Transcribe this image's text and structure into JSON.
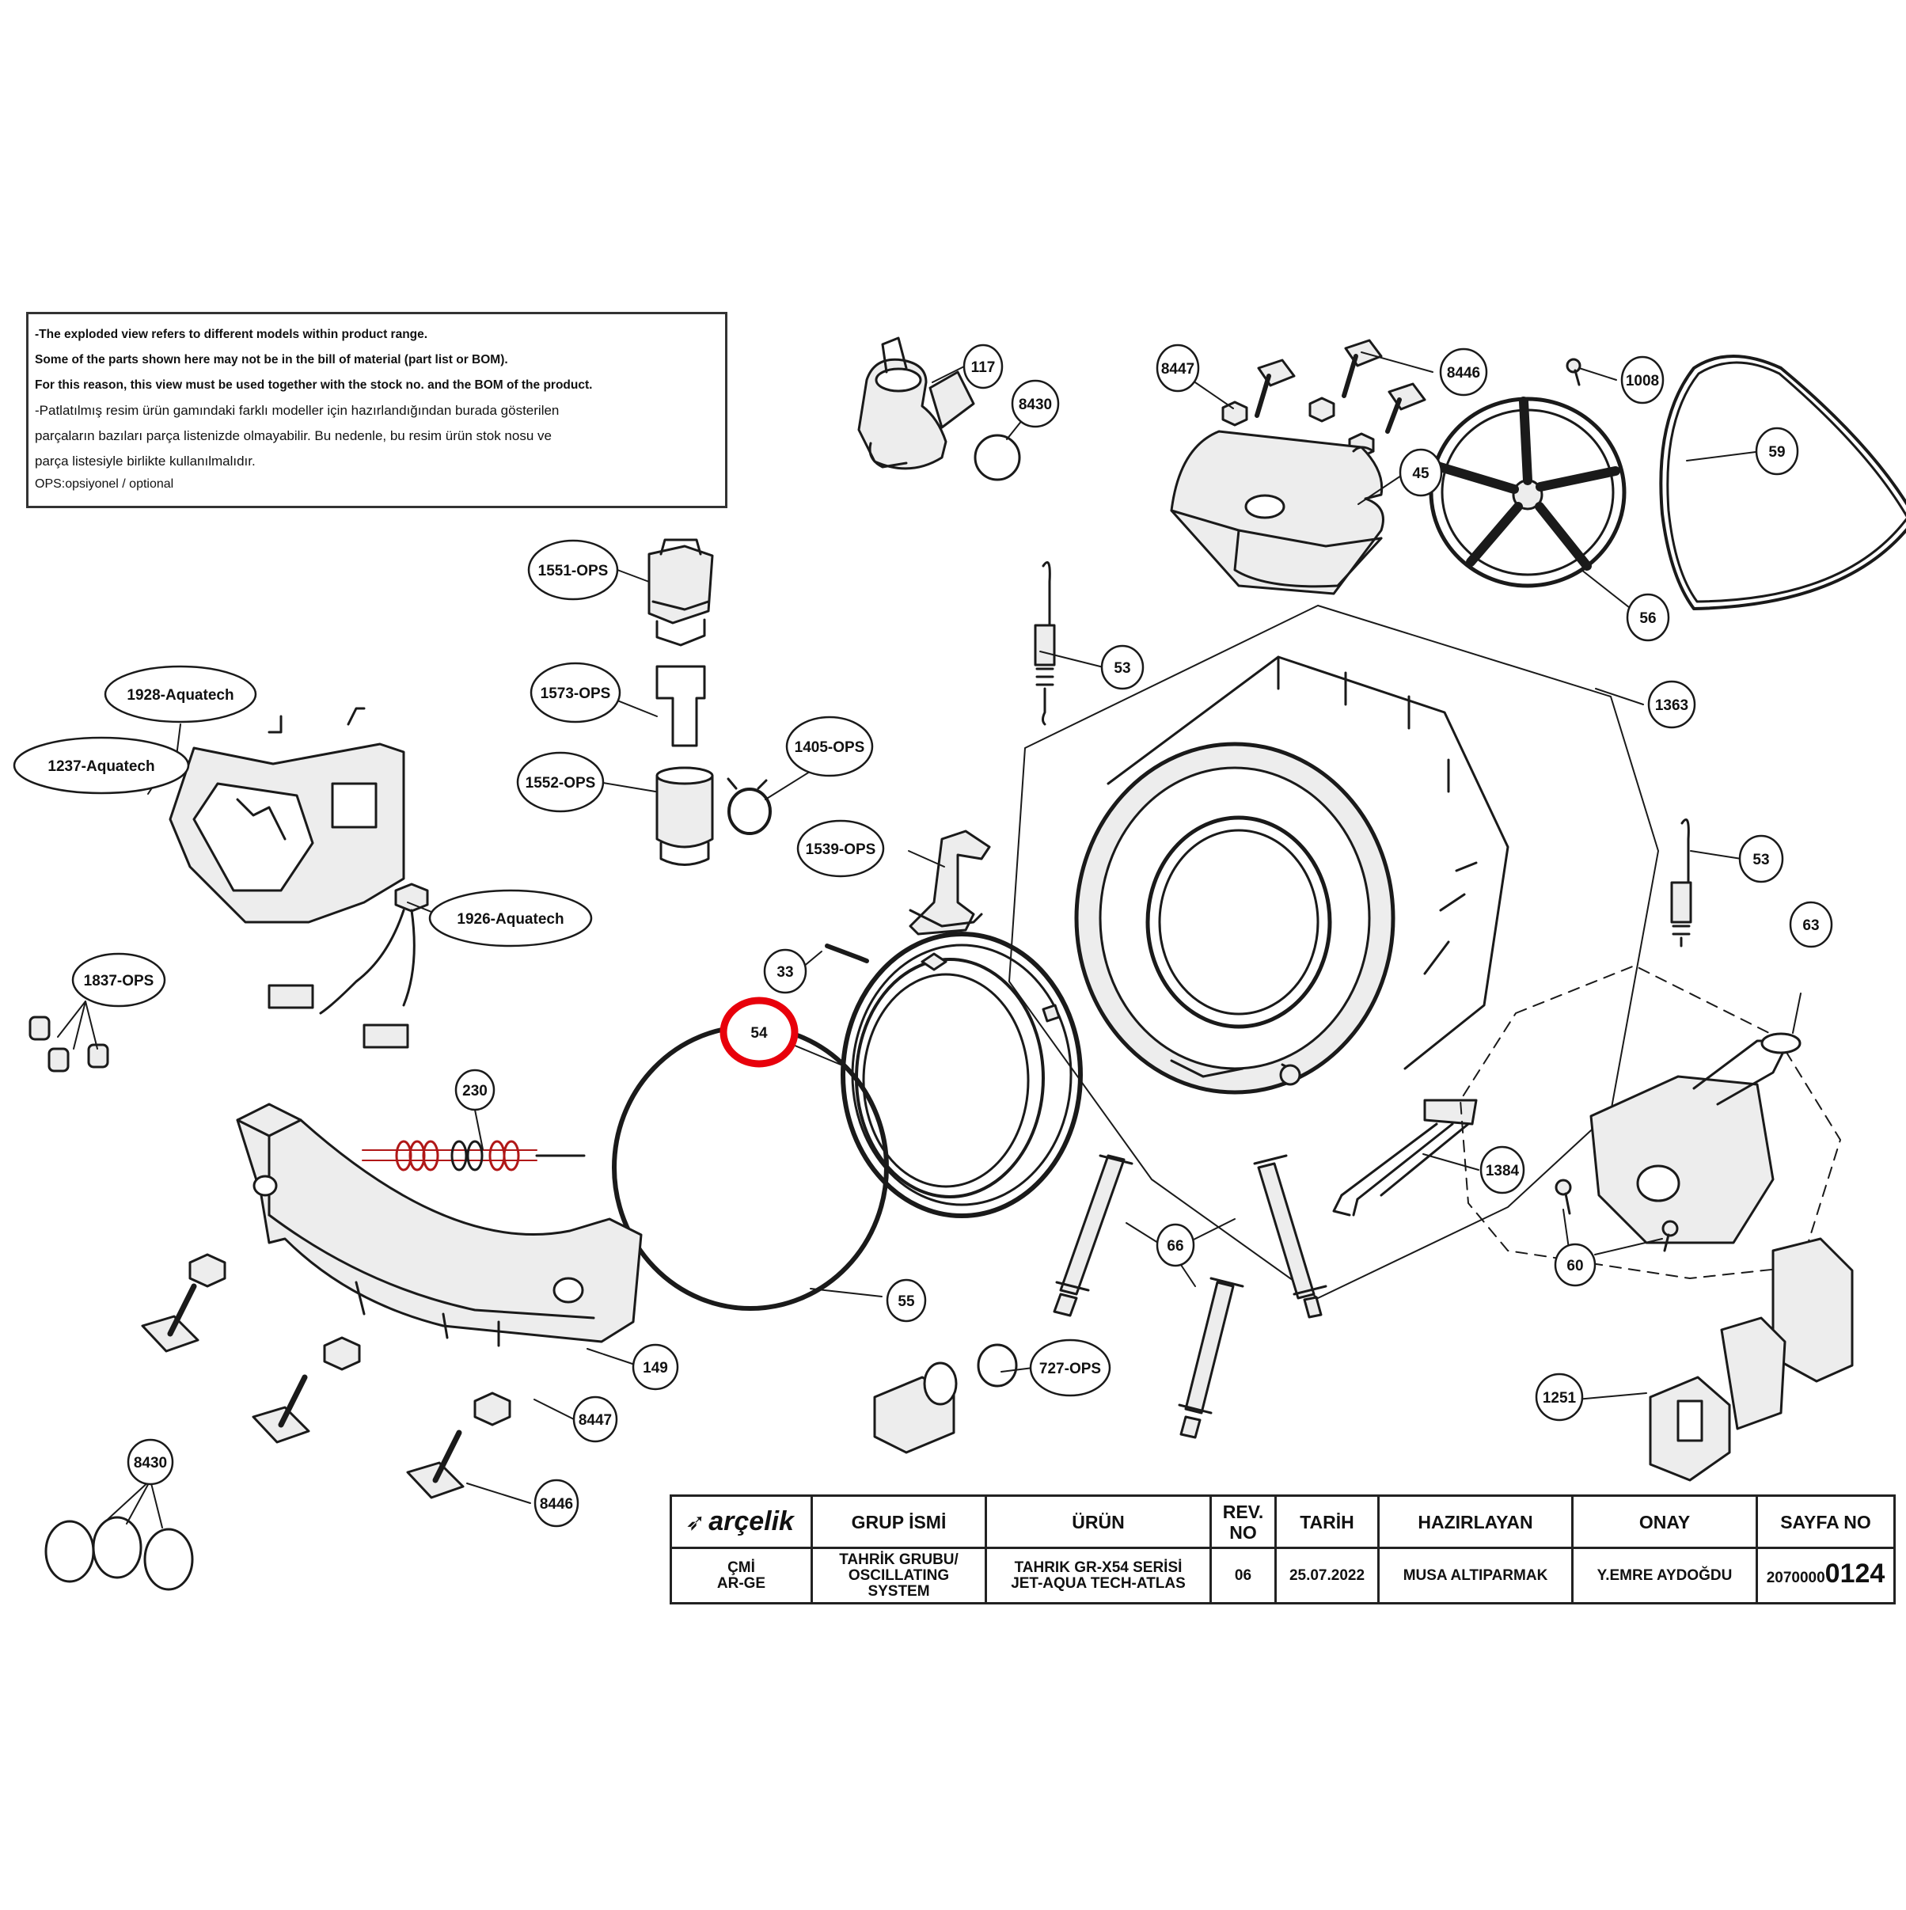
{
  "notes": {
    "line1": "-The exploded view refers to different models within product range.",
    "line2": "Some of the parts shown here may not be in the bill of material (part list or BOM).",
    "line3": "For this reason, this view must be used together with the stock no. and the BOM of the product.",
    "line4": "-Patlatılmış resim ürün gamındaki farklı modeller için hazırlandığından burada gösterilen",
    "line5": "parçaların bazıları parça listenizde olmayabilir. Bu nedenle, bu resim ürün stok nosu ve",
    "line6": "parça listesiyle birlikte kullanılmalıdır.",
    "line7": "OPS:opsiyonel / optional"
  },
  "callouts": [
    {
      "label": "117"
    },
    {
      "label": "8430"
    },
    {
      "label": "8447"
    },
    {
      "label": "8446"
    },
    {
      "label": "1008"
    },
    {
      "label": "59"
    },
    {
      "label": "45"
    },
    {
      "label": "56"
    },
    {
      "label": "1551-OPS"
    },
    {
      "label": "1573-OPS"
    },
    {
      "label": "1552-OPS"
    },
    {
      "label": "1405-OPS"
    },
    {
      "label": "1928-Aquatech"
    },
    {
      "label": "1237-Aquatech"
    },
    {
      "label": "1926-Aquatech"
    },
    {
      "label": "1837-OPS"
    },
    {
      "label": "53"
    },
    {
      "label": "1363"
    },
    {
      "label": "53"
    },
    {
      "label": "1539-OPS"
    },
    {
      "label": "33"
    },
    {
      "label": "54"
    },
    {
      "label": "63"
    },
    {
      "label": "230"
    },
    {
      "label": "1384"
    },
    {
      "label": "66"
    },
    {
      "label": "60"
    },
    {
      "label": "55"
    },
    {
      "label": "149"
    },
    {
      "label": "727-OPS"
    },
    {
      "label": "8447"
    },
    {
      "label": "1251"
    },
    {
      "label": "8430"
    },
    {
      "label": "8446"
    }
  ],
  "title_block": {
    "logo": "arçelik",
    "group_header": "GRUP İSMİ",
    "product_header": "ÜRÜN",
    "rev_header": "REV. NO",
    "date_header": "TARİH",
    "prepared_header": "HAZIRLAYAN",
    "approval_header": "ONAY",
    "page_header": "SAYFA NO",
    "dept_line1": "ÇMİ",
    "dept_line2": "AR-GE",
    "group_line1": "TAHRİK GRUBU/",
    "group_line2": "OSCILLATING SYSTEM",
    "product_line1": "TAHRIK GR-X54 SERİSİ",
    "product_line2": "JET-AQUA TECH-ATLAS",
    "rev_value": "06",
    "date_value": "25.07.2022",
    "prepared_value": "MUSA ALTIPARMAK",
    "approval_value": "Y.EMRE AYDOĞDU",
    "page_prefix": "2070000",
    "page_suffix": "0124"
  },
  "colors": {
    "line": "#1a1a1a",
    "part_fill": "#ededed",
    "highlight": "#e8000b",
    "spring": "#b01717"
  }
}
